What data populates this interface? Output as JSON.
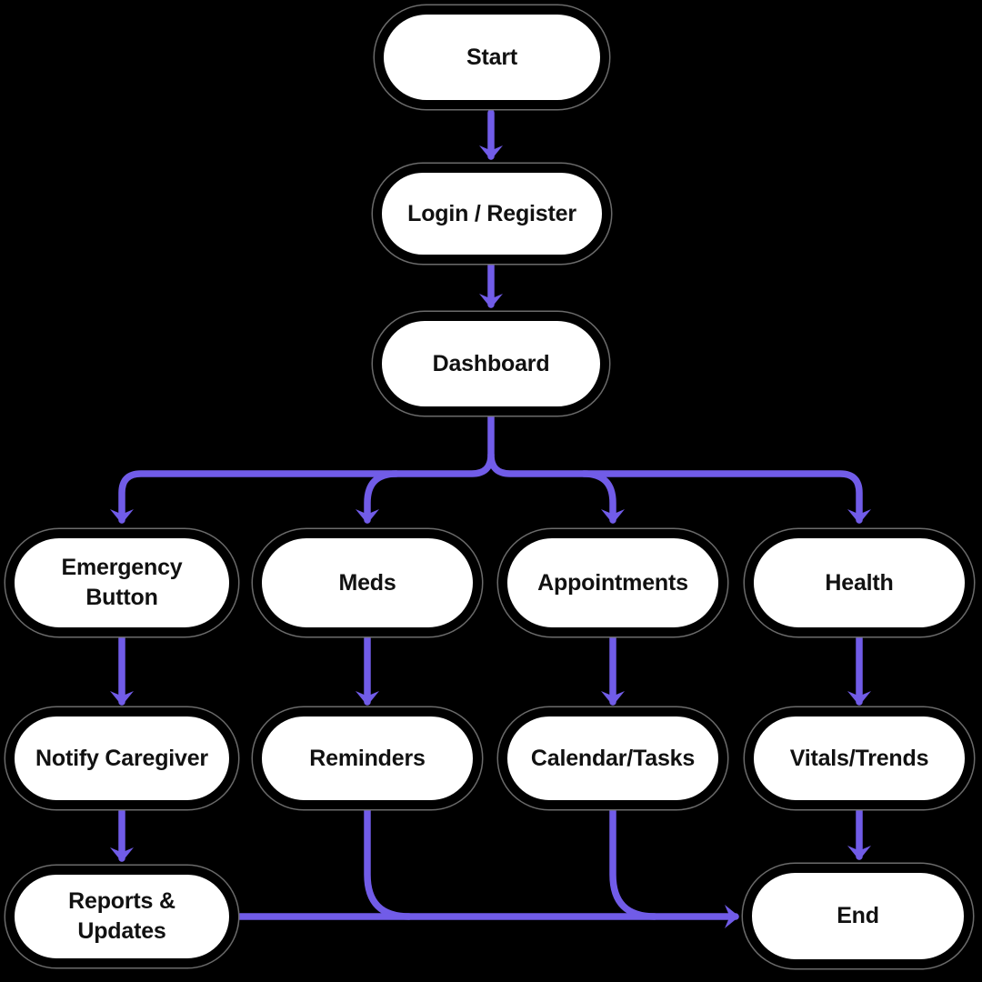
{
  "diagram": {
    "type": "flowchart",
    "nodes": [
      {
        "id": "start",
        "label": "Start"
      },
      {
        "id": "login",
        "label": "Login / Register"
      },
      {
        "id": "dashboard",
        "label": "Dashboard"
      },
      {
        "id": "emergency",
        "label": "Emergency Button"
      },
      {
        "id": "meds",
        "label": "Meds"
      },
      {
        "id": "appointments",
        "label": "Appointments"
      },
      {
        "id": "health",
        "label": "Health"
      },
      {
        "id": "notify",
        "label": "Notify Caregiver"
      },
      {
        "id": "reminders",
        "label": "Reminders"
      },
      {
        "id": "calendar",
        "label": "Calendar/Tasks"
      },
      {
        "id": "vitals",
        "label": "Vitals/Trends"
      },
      {
        "id": "reports",
        "label": "Reports & Updates"
      },
      {
        "id": "end",
        "label": "End"
      }
    ],
    "edges": [
      {
        "from": "Start",
        "to": "Login / Register"
      },
      {
        "from": "Login / Register",
        "to": "Dashboard"
      },
      {
        "from": "Dashboard",
        "to": "Emergency Button"
      },
      {
        "from": "Dashboard",
        "to": "Meds"
      },
      {
        "from": "Dashboard",
        "to": "Appointments"
      },
      {
        "from": "Dashboard",
        "to": "Health"
      },
      {
        "from": "Emergency Button",
        "to": "Notify Caregiver"
      },
      {
        "from": "Meds",
        "to": "Reminders"
      },
      {
        "from": "Appointments",
        "to": "Calendar/Tasks"
      },
      {
        "from": "Health",
        "to": "Vitals/Trends"
      },
      {
        "from": "Notify Caregiver",
        "to": "Reports & Updates"
      },
      {
        "from": "Reminders",
        "to": "End"
      },
      {
        "from": "Calendar/Tasks",
        "to": "End"
      },
      {
        "from": "Vitals/Trends",
        "to": "End"
      },
      {
        "from": "Reports & Updates",
        "to": "End"
      }
    ]
  },
  "colors": {
    "background": "#000000",
    "node_fill": "#ffffff",
    "node_border": "#000000",
    "node_ring": "#6b6b6b",
    "arrow": "#715ce8",
    "text": "#111111"
  }
}
